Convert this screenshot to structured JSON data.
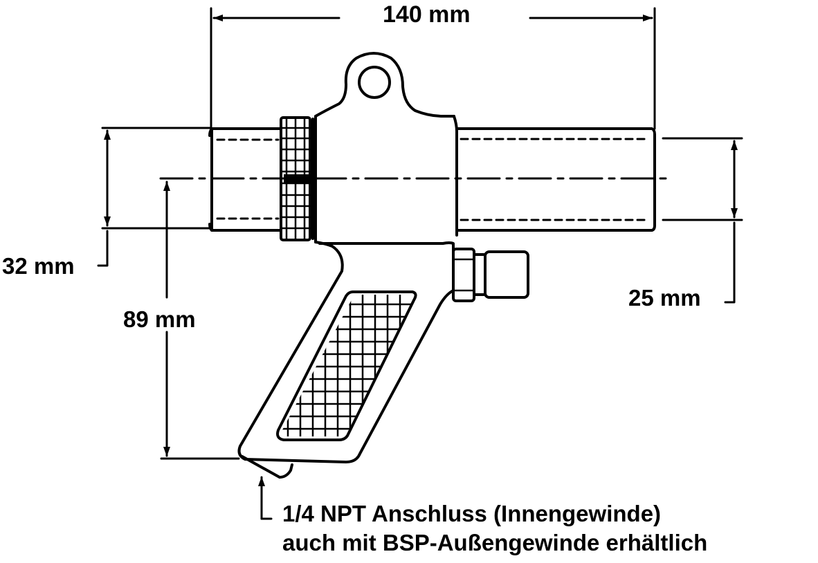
{
  "dimensions": {
    "overall_length": "140 mm",
    "barrel_outer_diameter": "32 mm",
    "nozzle_diameter": "25 mm",
    "height": "89 mm"
  },
  "note": {
    "line1": "1/4 NPT Anschluss (Innengewinde)",
    "line2": "auch mit BSP-Außengewinde erhältlich"
  },
  "colors": {
    "line": "#000000",
    "background": "#ffffff"
  }
}
